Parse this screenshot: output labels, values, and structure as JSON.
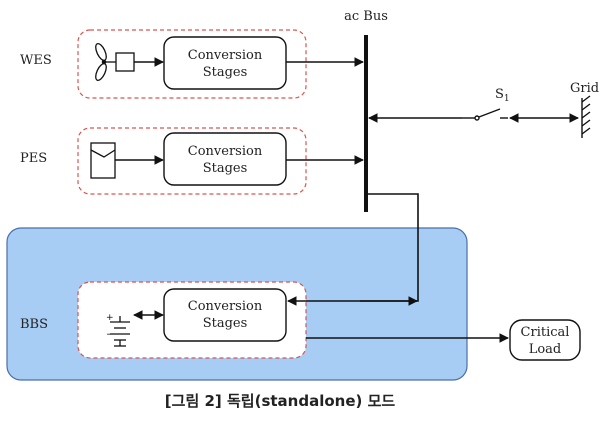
{
  "labels": {
    "ac_bus": "ac Bus",
    "grid": "Grid",
    "switch_main": "S",
    "switch_sub": "1",
    "wes": "WES",
    "pes": "PES",
    "bbs": "BBS"
  },
  "blocks": {
    "wes_line1": "Conversion",
    "wes_line2": "Stages",
    "pes_line1": "Conversion",
    "pes_line2": "Stages",
    "bbs_line1": "Conversion",
    "bbs_line2": "Stages",
    "load_line1": "Critical",
    "load_line2": "Load"
  },
  "battery": {
    "plus": "+",
    "minus": "−"
  },
  "caption": "[그림 2] 독립(standalone) 모드",
  "colors": {
    "bbs_fill": "#a8cdf5",
    "bbs_border": "#4a6fa8",
    "dashed_border": "#d9534f",
    "line": "#111111"
  }
}
